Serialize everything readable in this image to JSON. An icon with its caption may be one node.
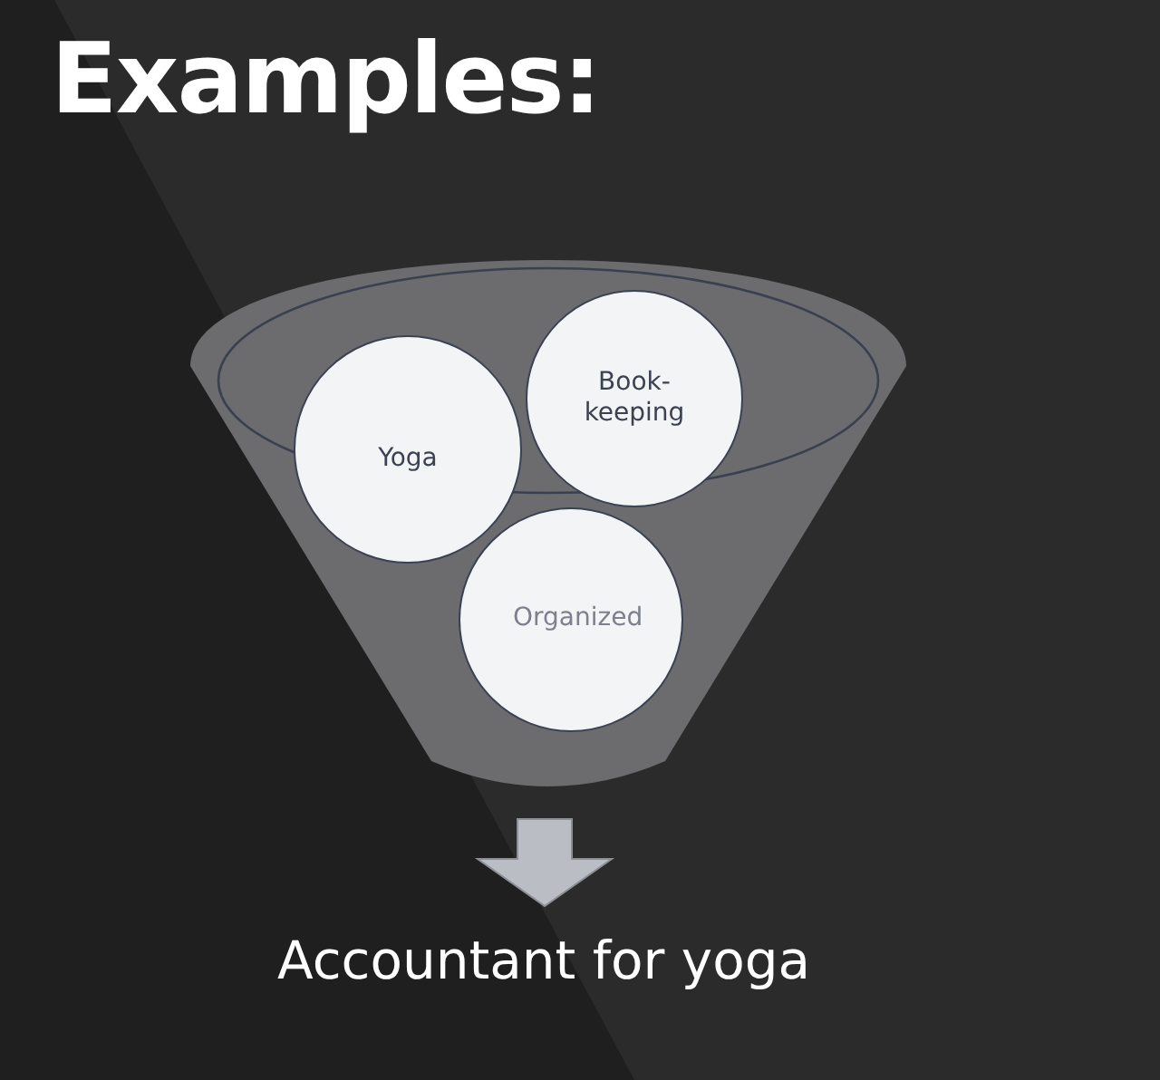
{
  "diagram": {
    "title": "Examples:",
    "nodes": [
      {
        "text": [],
        "shape": "funnel"
      },
      {
        "text": [
          "Yoga"
        ],
        "in": 0
      },
      {
        "text": [
          "Book-keeping"
        ],
        "in": 0
      },
      {
        "text": [
          "Organized"
        ],
        "in": 0
      },
      {
        "text": [
          "Accountant for yoga"
        ]
      }
    ],
    "edges": [
      {
        "from": 0,
        "to": 4,
        "arrow": "to"
      }
    ]
  }
}
